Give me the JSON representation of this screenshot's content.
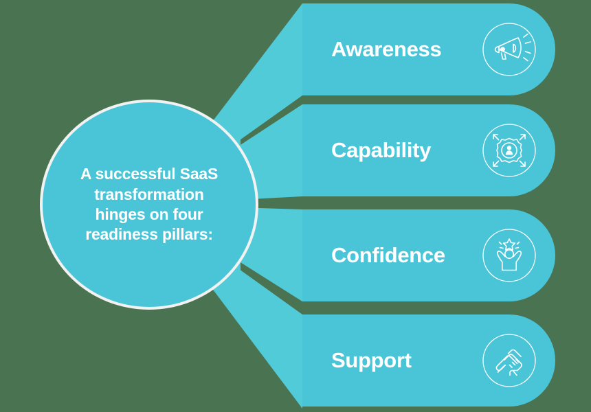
{
  "theme": {
    "background": "#4a7352",
    "primary_teal": "#4ac5d8",
    "wedge_teal": "#52cbd8",
    "text_white": "#ffffff",
    "hub_ring": "#f2f2f2"
  },
  "hub": {
    "text": "A successful SaaS\ntransformation\nhinges on four\nreadiness pillars:"
  },
  "pillars": [
    {
      "label": "Awareness",
      "icon": "megaphone-icon"
    },
    {
      "label": "Capability",
      "icon": "gear-person-icon"
    },
    {
      "label": "Confidence",
      "icon": "person-raised-arms-star-icon"
    },
    {
      "label": "Support",
      "icon": "clasped-hands-icon"
    }
  ]
}
